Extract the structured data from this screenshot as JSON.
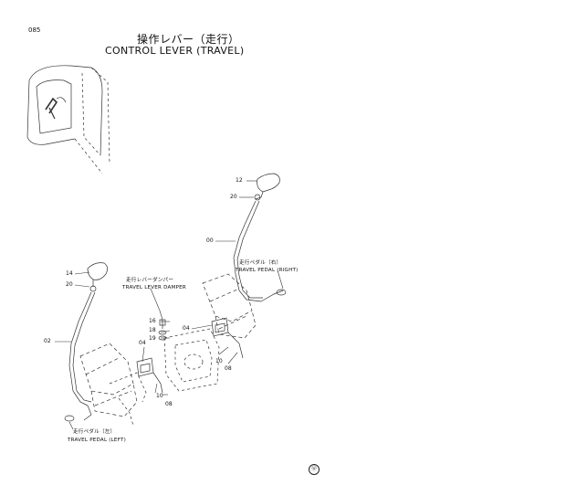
{
  "page": {
    "page_number": "085",
    "title_jp": "操作レバー（走行）",
    "title_en": "CONTROL LEVER (TRAVEL)",
    "footer_mark": "Ⓤ"
  },
  "callouts": {
    "c12": "12",
    "c20_right": "20",
    "c00": "00",
    "c14": "14",
    "c20_left": "20",
    "c02": "02",
    "c16": "16",
    "c18": "18",
    "c19": "19",
    "c04_left": "04",
    "c04_right": "04",
    "c10_lower": "10",
    "c08_lower": "08",
    "c10_right": "10",
    "c08_right": "08"
  },
  "captions": {
    "damper_jp": "走行レバーダンパー",
    "damper_en": "TRAVEL LEVER DAMPER",
    "pedal_right_jp": "走行ペダル（右）",
    "pedal_right_en": "TRAVEL PEDAL (RIGHT)",
    "pedal_left_jp": "走行ペダル（左）",
    "pedal_left_en": "TRAVEL PEDAL (LEFT)"
  }
}
